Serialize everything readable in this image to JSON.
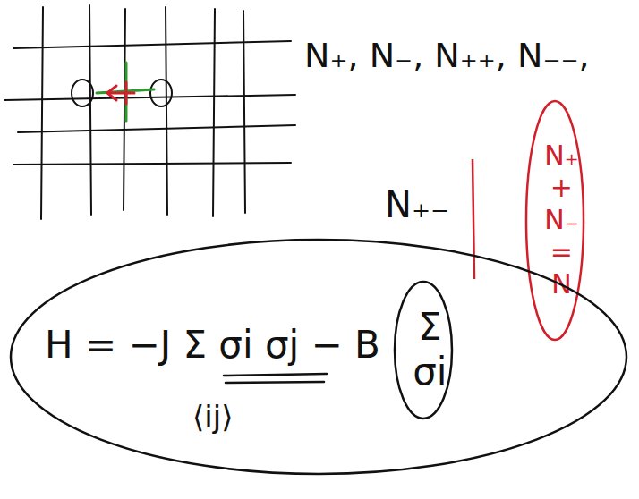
{
  "diagram": {
    "nodes": [
      {
        "text": [
          "N₊ + N₋ = N"
        ]
      },
      {
        "text": [
          "H = −J Σ σi σj − B",
          "⟨ij⟩"
        ]
      },
      {
        "text": [
          "Σ σi"
        ],
        "in": 1
      }
    ],
    "labels": [
      "N₊, N₋, N₊₊, N₋₋,",
      "N₊₋"
    ]
  }
}
